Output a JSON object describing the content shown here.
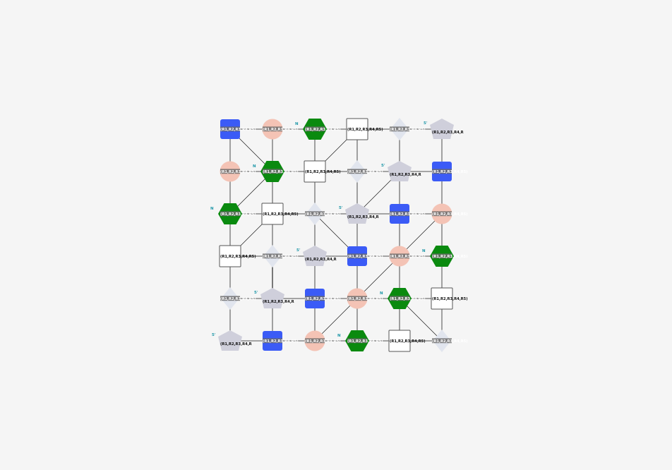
{
  "diagram": {
    "label_text": "(R1,R2,R3,R4,R5)",
    "label_text_short": "(R1,R2,R3,R4,R",
    "colors": {
      "blue": "#3b5bf6",
      "salmon": "#f4c3b5",
      "green": "#0a8a0f",
      "white": "#ffffff",
      "diamond": "#e1e5ee",
      "pentagon": "#cfcfdb",
      "edge": "#8a8a8a",
      "diag_edge": "#1a1a1a",
      "annotation": "#1f97a8",
      "label_band": "#6b6b6b"
    },
    "nodes": [
      {
        "row": 0,
        "col": 0,
        "shape": "rect",
        "color": "blue",
        "label": "(R1,R2,R3,R4,R5)",
        "band": true
      },
      {
        "row": 0,
        "col": 1,
        "shape": "circle",
        "color": "salmon",
        "label": "(R1,R2,R3,R4,R5)",
        "band": true
      },
      {
        "row": 0,
        "col": 2,
        "shape": "hexagon",
        "color": "green",
        "label": "(R1,R2,R3,R4,R5)",
        "band": true,
        "anno": "N"
      },
      {
        "row": 0,
        "col": 3,
        "shape": "square",
        "color": "white",
        "label": "(R1,R2,R3,R4,R5)",
        "band": false
      },
      {
        "row": 0,
        "col": 4,
        "shape": "diamond",
        "color": "diamond",
        "label": "(R1,R2,R3,R4,R5)",
        "band": true
      },
      {
        "row": 0,
        "col": 5,
        "shape": "pentagon",
        "color": "pentagon",
        "label": "(R1,R2,R3,R4,R",
        "band": false,
        "anno": "5'"
      },
      {
        "row": 1,
        "col": 0,
        "shape": "circle",
        "color": "salmon",
        "label": "(R1,R2,R3,R4,R5)",
        "band": true
      },
      {
        "row": 1,
        "col": 1,
        "shape": "hexagon",
        "color": "green",
        "label": "(R1,R2,R3,R4,R5)",
        "band": true,
        "anno": "N"
      },
      {
        "row": 1,
        "col": 2,
        "shape": "square",
        "color": "white",
        "label": "(R1,R2,R3,R4,R5)",
        "band": false
      },
      {
        "row": 1,
        "col": 3,
        "shape": "diamond",
        "color": "diamond",
        "label": "(R1,R2,R3,R4,R5)",
        "band": true
      },
      {
        "row": 1,
        "col": 4,
        "shape": "pentagon",
        "color": "pentagon",
        "label": "(R1,R2,R3,R4,R",
        "band": false,
        "anno": "5'"
      },
      {
        "row": 1,
        "col": 5,
        "shape": "rect",
        "color": "blue",
        "label": "(R1,R2,R3,R4,R5)",
        "band": true
      },
      {
        "row": 2,
        "col": 0,
        "shape": "hexagon",
        "color": "green",
        "label": "(R1,R2,R3,R4,R5)",
        "band": true,
        "anno": "N"
      },
      {
        "row": 2,
        "col": 1,
        "shape": "square",
        "color": "white",
        "label": "(R1,R2,R3,R4,R5)",
        "band": false
      },
      {
        "row": 2,
        "col": 2,
        "shape": "diamond",
        "color": "diamond",
        "label": "(R1,R2,R3,R4,R5)",
        "band": true
      },
      {
        "row": 2,
        "col": 3,
        "shape": "pentagon",
        "color": "pentagon",
        "label": "(R1,R2,R3,R4,R",
        "band": false,
        "anno": "5'"
      },
      {
        "row": 2,
        "col": 4,
        "shape": "rect",
        "color": "blue",
        "label": "(R1,R2,R3,R4,R5)",
        "band": true
      },
      {
        "row": 2,
        "col": 5,
        "shape": "circle",
        "color": "salmon",
        "label": "(R1,R2,R3,R4,R5)",
        "band": true
      },
      {
        "row": 3,
        "col": 0,
        "shape": "square",
        "color": "white",
        "label": "(R1,R2,R3,R4,R5)",
        "band": false
      },
      {
        "row": 3,
        "col": 1,
        "shape": "diamond",
        "color": "diamond",
        "label": "(R1,R2,R3,R4,R5)",
        "band": true
      },
      {
        "row": 3,
        "col": 2,
        "shape": "pentagon",
        "color": "pentagon",
        "label": "(R1,R2,R3,R4,R",
        "band": false,
        "anno": "5'"
      },
      {
        "row": 3,
        "col": 3,
        "shape": "rect",
        "color": "blue",
        "label": "(R1,R2,R3,R4,R5)",
        "band": true
      },
      {
        "row": 3,
        "col": 4,
        "shape": "circle",
        "color": "salmon",
        "label": "(R1,R2,R3,R4,R5)",
        "band": true
      },
      {
        "row": 3,
        "col": 5,
        "shape": "hexagon",
        "color": "green",
        "label": "(R1,R2,R3,R4,R5)",
        "band": true,
        "anno": "N"
      },
      {
        "row": 4,
        "col": 0,
        "shape": "diamond",
        "color": "diamond",
        "label": "(R1,R2,R3,R4,R5)",
        "band": true
      },
      {
        "row": 4,
        "col": 1,
        "shape": "pentagon",
        "color": "pentagon",
        "label": "(R1,R2,R3,R4,R",
        "band": false,
        "anno": "5'"
      },
      {
        "row": 4,
        "col": 2,
        "shape": "rect",
        "color": "blue",
        "label": "(R1,R2,R3,R4,R5)",
        "band": true
      },
      {
        "row": 4,
        "col": 3,
        "shape": "circle",
        "color": "salmon",
        "label": "(R1,R2,R3,R4,R5)",
        "band": true
      },
      {
        "row": 4,
        "col": 4,
        "shape": "hexagon",
        "color": "green",
        "label": "(R1,R2,R3,R4,R5)",
        "band": true,
        "anno": "N"
      },
      {
        "row": 4,
        "col": 5,
        "shape": "square",
        "color": "white",
        "label": "(R1,R2,R3,R4,R5)",
        "band": false
      },
      {
        "row": 5,
        "col": 0,
        "shape": "pentagon",
        "color": "pentagon",
        "label": "(R1,R2,R3,R4,R",
        "band": false,
        "anno": "5'"
      },
      {
        "row": 5,
        "col": 1,
        "shape": "rect",
        "color": "blue",
        "label": "(R1,R2,R3,R4,R5)",
        "band": true
      },
      {
        "row": 5,
        "col": 2,
        "shape": "circle",
        "color": "salmon",
        "label": "(R1,R2,R3,R4,R5)",
        "band": true
      },
      {
        "row": 5,
        "col": 3,
        "shape": "hexagon",
        "color": "green",
        "label": "(R1,R2,R3,R4,R5)",
        "band": true,
        "anno": "N"
      },
      {
        "row": 5,
        "col": 4,
        "shape": "square",
        "color": "white",
        "label": "(R1,R2,R3,R4,R5)",
        "band": false
      },
      {
        "row": 5,
        "col": 5,
        "shape": "diamond",
        "color": "diamond",
        "label": "(R1,R2,R3,R4,R5)",
        "band": true
      }
    ],
    "diagonals": [
      [
        [
          0,
          0
        ],
        [
          1,
          1
        ]
      ],
      [
        [
          0,
          3
        ],
        [
          1,
          2
        ]
      ],
      [
        [
          1,
          1
        ],
        [
          2,
          0
        ]
      ],
      [
        [
          1,
          4
        ],
        [
          2,
          3
        ]
      ],
      [
        [
          2,
          1
        ],
        [
          3,
          0
        ]
      ],
      [
        [
          2,
          2
        ],
        [
          3,
          3
        ]
      ],
      [
        [
          2,
          5
        ],
        [
          3,
          4
        ]
      ],
      [
        [
          3,
          4
        ],
        [
          4,
          3
        ]
      ],
      [
        [
          3,
          1
        ],
        [
          4,
          1
        ]
      ],
      [
        [
          4,
          3
        ],
        [
          5,
          2
        ]
      ],
      [
        [
          4,
          4
        ],
        [
          5,
          5
        ]
      ]
    ]
  }
}
